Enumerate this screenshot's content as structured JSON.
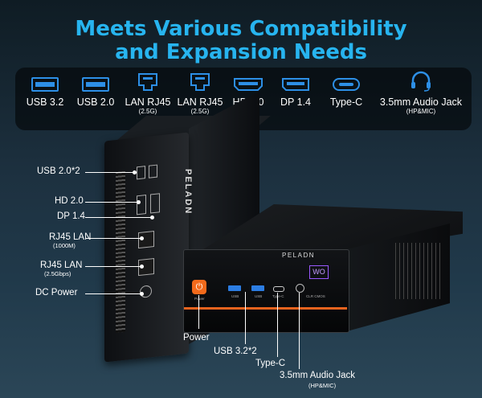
{
  "title_line1": "Meets Various Compatibility",
  "title_line2": "and Expansion Needs",
  "ports": [
    {
      "label": "USB 3.2",
      "sub": ""
    },
    {
      "label": "USB 2.0",
      "sub": ""
    },
    {
      "label": "LAN RJ45",
      "sub": "(2.5G)"
    },
    {
      "label": "LAN RJ45",
      "sub": "(2.5G)"
    },
    {
      "label": "HD 2.0",
      "sub": ""
    },
    {
      "label": "DP 1.4",
      "sub": ""
    },
    {
      "label": "Type-C",
      "sub": ""
    },
    {
      "label": "3.5mm Audio Jack",
      "sub": "(HP&MIC)"
    }
  ],
  "rear_callouts": {
    "usb20": "USB 2.0*2",
    "hd": "HD 2.0",
    "dp": "DP 1.4",
    "rj45_1": "RJ45 LAN",
    "rj45_1_sub": "(1000M)",
    "rj45_2": "RJ45 LAN",
    "rj45_2_sub": "(2.5Gbps)",
    "dc": "DC Power"
  },
  "front_callouts": {
    "power": "Power",
    "usb32": "USB 3.2*2",
    "typec": "Type-C",
    "audio": "3.5mm Audio Jack",
    "audio_sub": "(HP&MIC)"
  },
  "device": {
    "brand": "PELADN",
    "badge": "WO",
    "front_power_text": "Power",
    "front_usb_text": "USB",
    "front_typec_text": "Type-C",
    "front_clr_text": "CLR CMOS"
  },
  "colors": {
    "title": "#27b4ef",
    "icon": "#2d8fe6",
    "accent": "#e8631e"
  }
}
